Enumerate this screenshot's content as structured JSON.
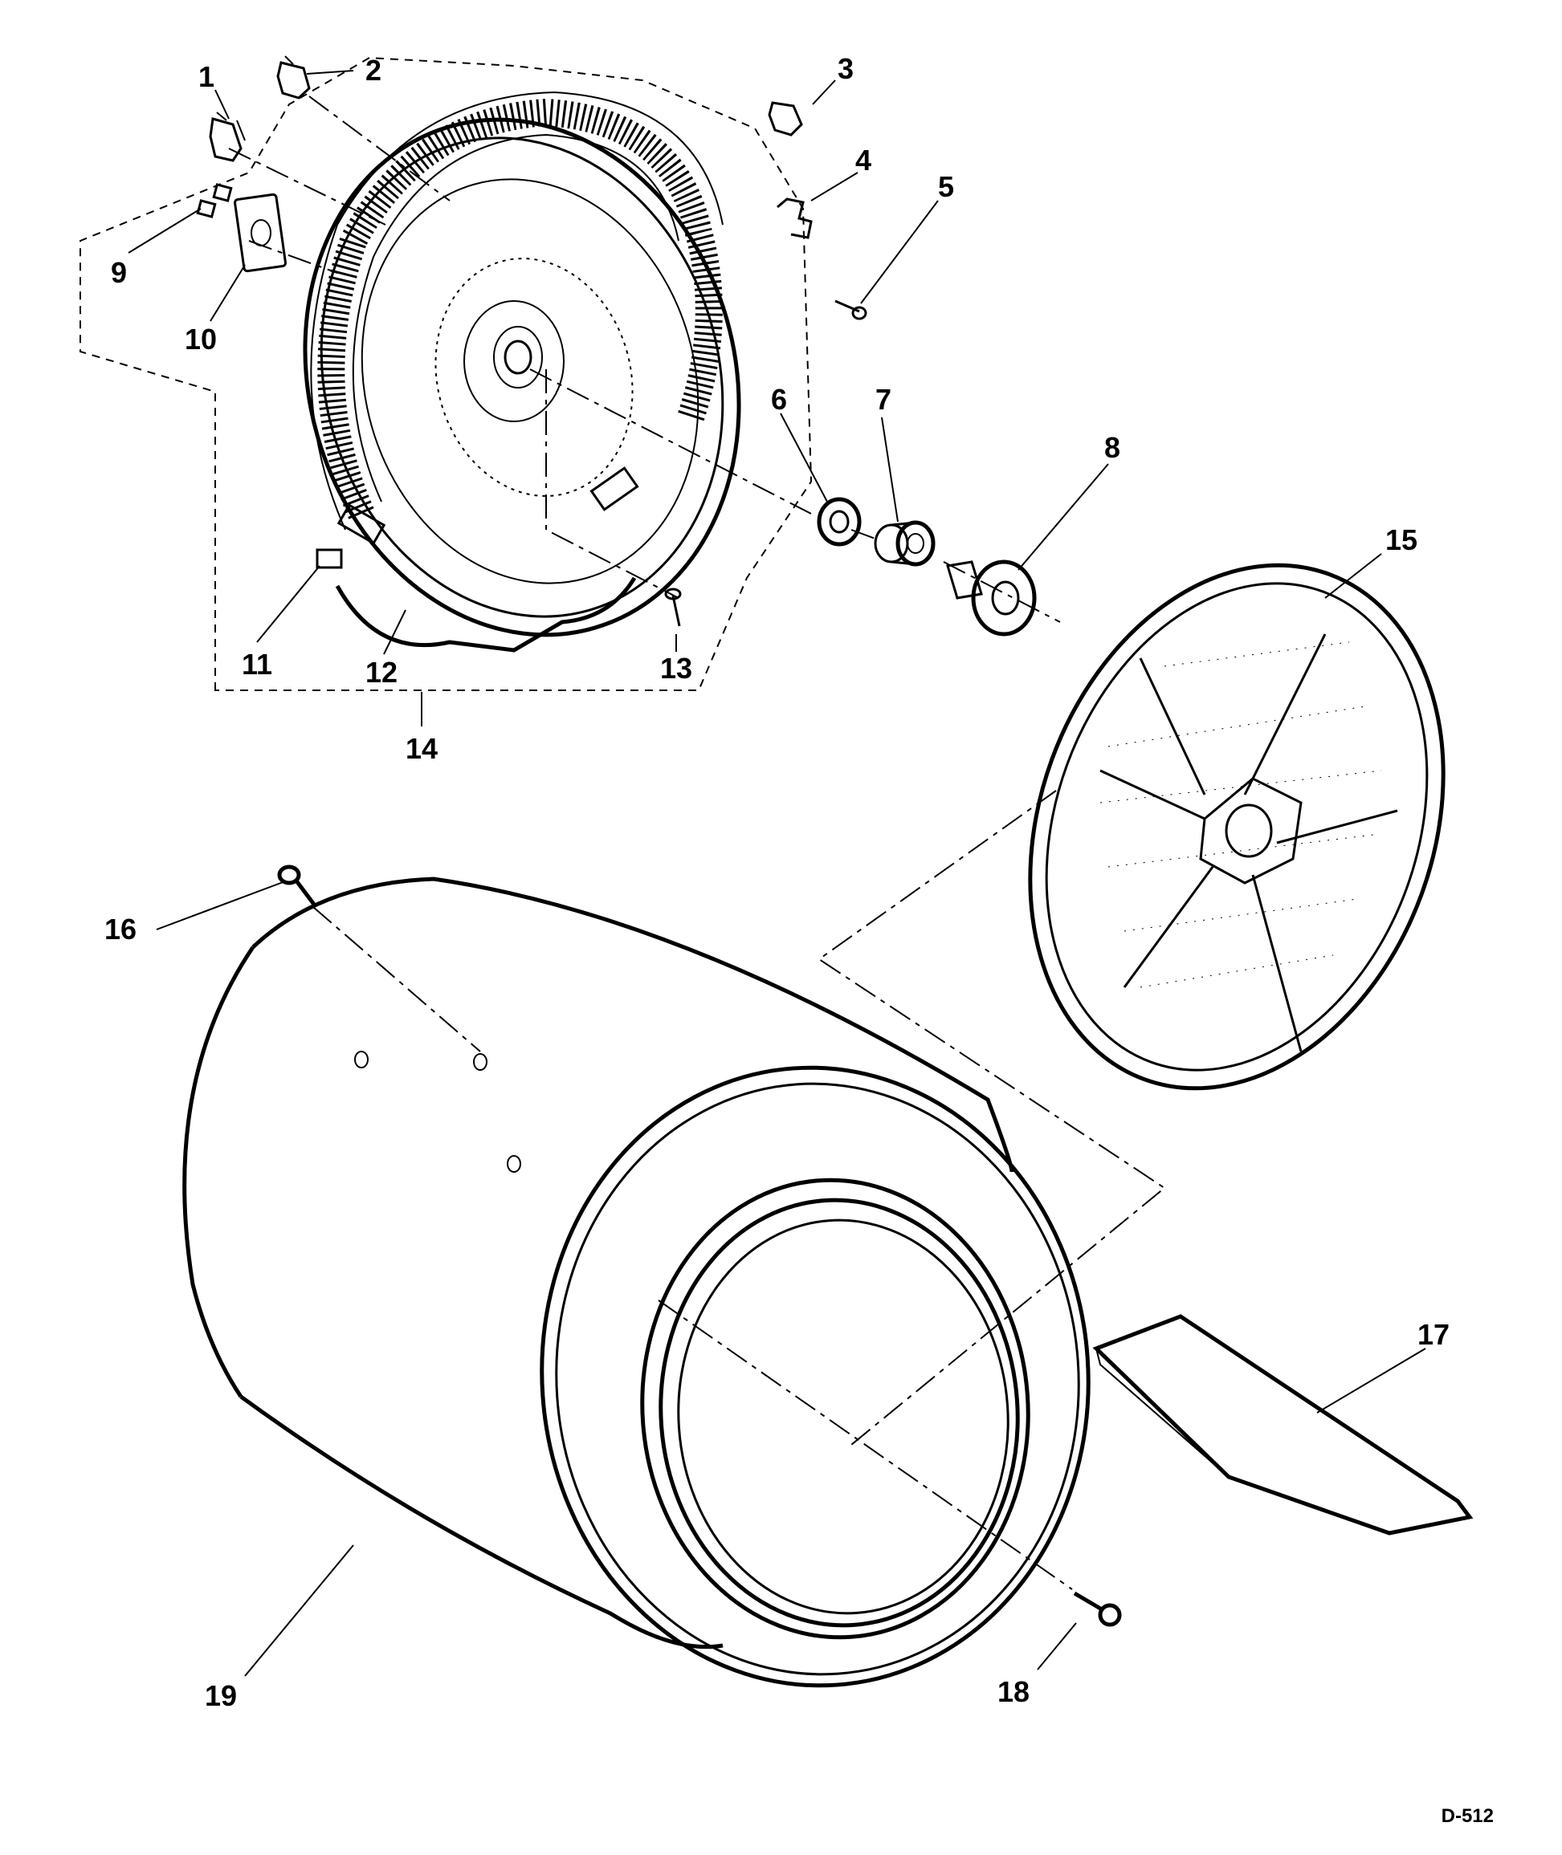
{
  "callouts": [
    {
      "id": "1",
      "label": "1"
    },
    {
      "id": "2",
      "label": "2"
    },
    {
      "id": "3",
      "label": "3"
    },
    {
      "id": "4",
      "label": "4"
    },
    {
      "id": "5",
      "label": "5"
    },
    {
      "id": "6",
      "label": "6"
    },
    {
      "id": "7",
      "label": "7"
    },
    {
      "id": "8",
      "label": "8"
    },
    {
      "id": "9",
      "label": "9"
    },
    {
      "id": "10",
      "label": "10"
    },
    {
      "id": "11",
      "label": "11"
    },
    {
      "id": "12",
      "label": "12"
    },
    {
      "id": "13",
      "label": "13"
    },
    {
      "id": "14",
      "label": "14"
    },
    {
      "id": "15",
      "label": "15"
    },
    {
      "id": "16",
      "label": "16"
    },
    {
      "id": "17",
      "label": "17"
    },
    {
      "id": "18",
      "label": "18"
    },
    {
      "id": "19",
      "label": "19"
    }
  ],
  "diagram_ref": "D-512",
  "colors": {
    "ink": "#000000",
    "paper": "#ffffff"
  }
}
